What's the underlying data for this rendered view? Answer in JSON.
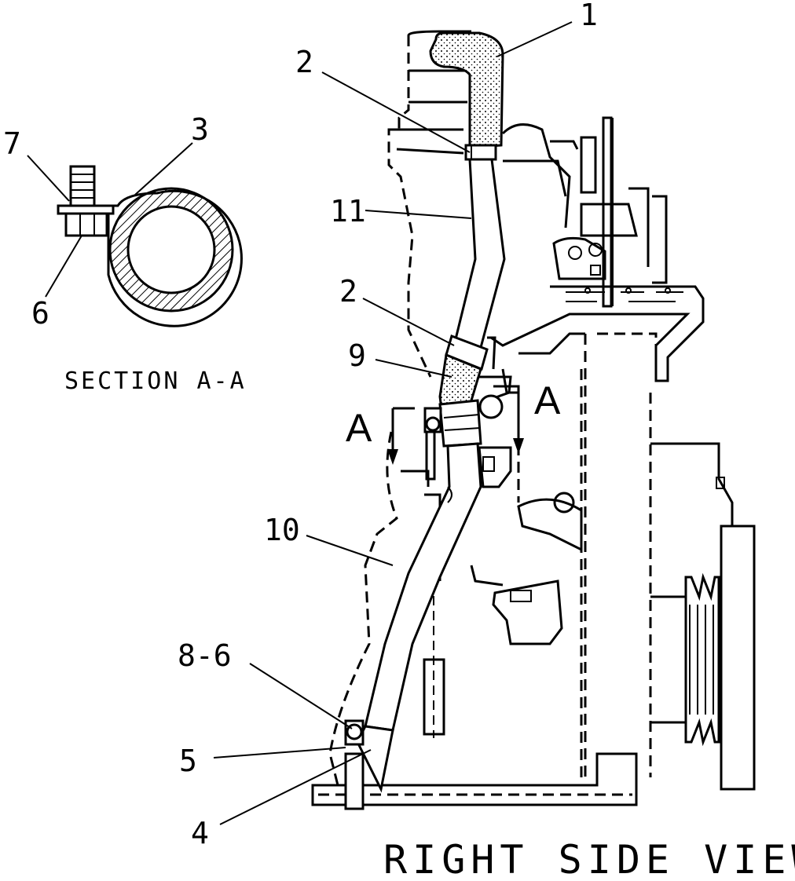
{
  "callouts": {
    "c1": "1",
    "c2_upper": "2",
    "c2_lower": "2",
    "c3": "3",
    "c4": "4",
    "c5": "5",
    "c6": "6",
    "c7": "7",
    "c8_6": "8-6",
    "c9": "9",
    "c10": "10",
    "c11": "11"
  },
  "section_marker_left": "A",
  "section_marker_right": "A",
  "section_title": "SECTION A-A",
  "view_title": "RIGHT SIDE VIEW"
}
